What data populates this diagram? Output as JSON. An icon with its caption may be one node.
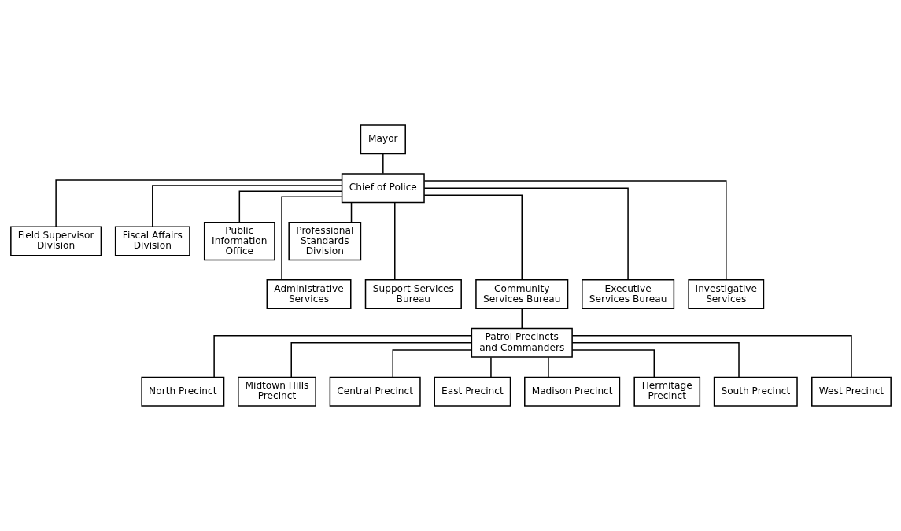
{
  "diagram": {
    "nodes": [
      {
        "text": [
          "Mayor"
        ]
      },
      {
        "text": [
          "Chief of Police"
        ]
      },
      {
        "text": [
          "Field Supervisor Division"
        ]
      },
      {
        "text": [
          "Fiscal Affairs Division"
        ]
      },
      {
        "text": [
          "Public Information Office"
        ]
      },
      {
        "text": [
          "Professional Standards Division"
        ]
      },
      {
        "text": [
          "Administrative Services"
        ]
      },
      {
        "text": [
          "Support Services Bureau"
        ]
      },
      {
        "text": [
          "Community Services Bureau"
        ]
      },
      {
        "text": [
          "Executive Services Bureau"
        ]
      },
      {
        "text": [
          "Investigative Services"
        ]
      },
      {
        "text": [
          "Patrol Precincts and Commanders"
        ]
      },
      {
        "text": [
          "North Precinct"
        ]
      },
      {
        "text": [
          "Midtown Hills Precinct"
        ]
      },
      {
        "text": [
          "Central Precinct"
        ]
      },
      {
        "text": [
          "East Precinct"
        ]
      },
      {
        "text": [
          "Madison Precinct"
        ]
      },
      {
        "text": [
          "Hermitage Precinct"
        ]
      },
      {
        "text": [
          "South Precinct"
        ]
      },
      {
        "text": [
          "West Precinct"
        ]
      }
    ],
    "edges": [
      {
        "from": 0,
        "to": 1,
        "arrow": "none"
      },
      {
        "from": 1,
        "to": 2,
        "arrow": "none"
      },
      {
        "from": 1,
        "to": 3,
        "arrow": "none"
      },
      {
        "from": 1,
        "to": 4,
        "arrow": "none"
      },
      {
        "from": 1,
        "to": 5,
        "arrow": "none"
      },
      {
        "from": 1,
        "to": 6,
        "arrow": "none"
      },
      {
        "from": 1,
        "to": 7,
        "arrow": "none"
      },
      {
        "from": 1,
        "to": 8,
        "arrow": "none"
      },
      {
        "from": 1,
        "to": 9,
        "arrow": "none"
      },
      {
        "from": 1,
        "to": 10,
        "arrow": "none"
      },
      {
        "from": 8,
        "to": 11,
        "arrow": "none"
      },
      {
        "from": 11,
        "to": 12,
        "arrow": "none"
      },
      {
        "from": 11,
        "to": 13,
        "arrow": "none"
      },
      {
        "from": 11,
        "to": 14,
        "arrow": "none"
      },
      {
        "from": 11,
        "to": 15,
        "arrow": "none"
      },
      {
        "from": 11,
        "to": 16,
        "arrow": "none"
      },
      {
        "from": 11,
        "to": 17,
        "arrow": "none"
      },
      {
        "from": 11,
        "to": 18,
        "arrow": "none"
      },
      {
        "from": 11,
        "to": 19,
        "arrow": "none"
      }
    ]
  }
}
